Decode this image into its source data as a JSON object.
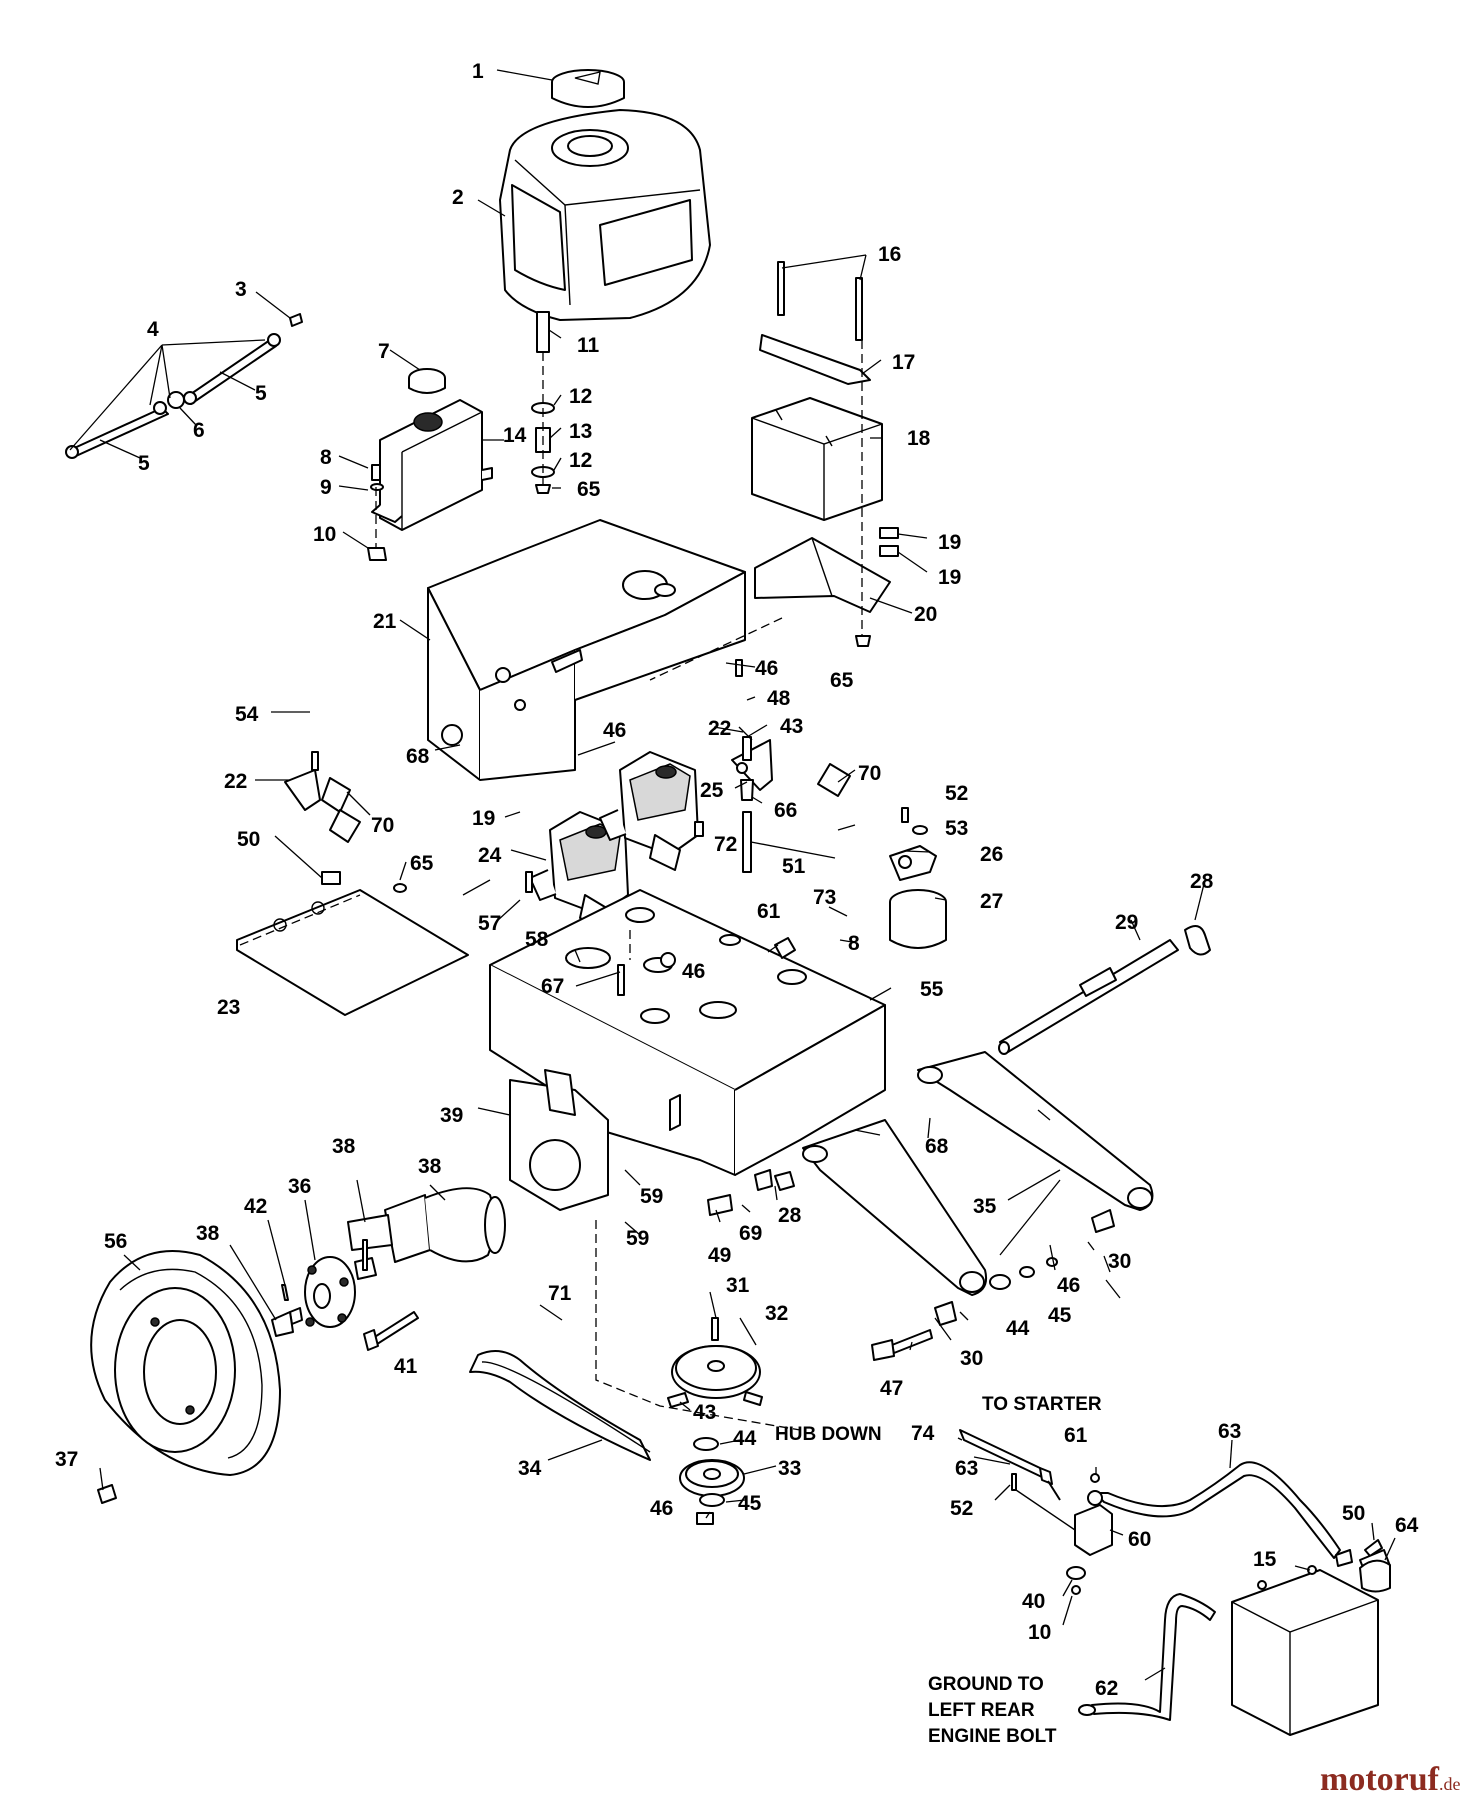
{
  "callouts": [
    "1",
    "2",
    "3",
    "4",
    "5",
    "5",
    "6",
    "7",
    "8",
    "9",
    "10",
    "11",
    "12",
    "12",
    "13",
    "14",
    "65",
    "16",
    "17",
    "18",
    "19",
    "19",
    "20",
    "21",
    "46",
    "65",
    "48",
    "43",
    "22",
    "70",
    "54",
    "68",
    "46",
    "22",
    "70",
    "19",
    "25",
    "66",
    "72",
    "51",
    "52",
    "53",
    "26",
    "24",
    "27",
    "50",
    "65",
    "57",
    "58",
    "23",
    "73",
    "8",
    "61",
    "46",
    "67",
    "55",
    "29",
    "28",
    "39",
    "38",
    "38",
    "36",
    "42",
    "38",
    "56",
    "59",
    "59",
    "49",
    "69",
    "28",
    "68",
    "35",
    "30",
    "71",
    "31",
    "32",
    "44",
    "46",
    "45",
    "47",
    "30",
    "41",
    "43",
    "44",
    "33",
    "45",
    "46",
    "34",
    "37",
    "74",
    "61",
    "63",
    "63",
    "52",
    "60",
    "50",
    "64",
    "15",
    "40",
    "10",
    "62"
  ],
  "notes": {
    "hub_down": "HUB DOWN",
    "to_starter": "TO STARTER",
    "ground_1": "GROUND TO",
    "ground_2": "LEFT REAR",
    "ground_3": "ENGINE BOLT"
  },
  "watermark": {
    "brand_pre": "moto",
    "brand_post": "ruf",
    "suffix": ".de"
  }
}
